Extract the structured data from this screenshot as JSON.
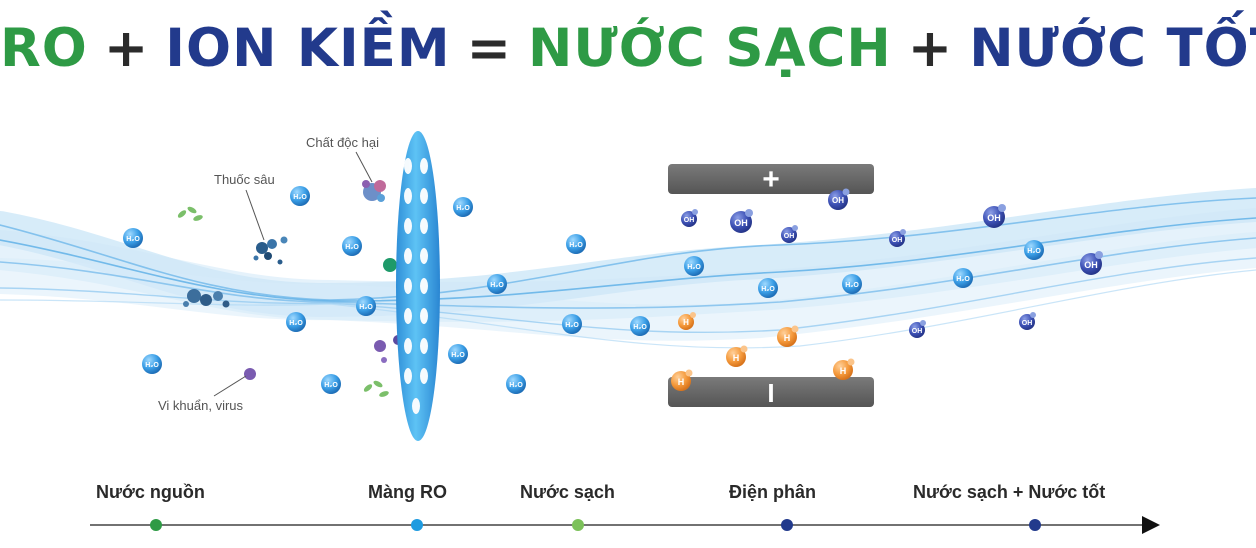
{
  "headline": {
    "part1": "RO",
    "plus1": "+",
    "part2": "ION KIỀM",
    "equals": "=",
    "part3": "NƯỚC SẠCH",
    "plus2": "+",
    "part4": "NƯỚC TỐT",
    "colors": {
      "green": "#2e9a45",
      "navy": "#223a8c",
      "dark": "#2b2b2b"
    }
  },
  "annotations": {
    "harmful": "Chất độc hại",
    "pesticide": "Thuốc sâu",
    "bacteria": "Vi khuẩn, virus"
  },
  "molecules": {
    "water": "H₂O",
    "hydroxide": "OH",
    "hydrogen": "H"
  },
  "electrodes": {
    "top_sign": "+",
    "bottom_sign": "I"
  },
  "timeline": {
    "stages": [
      {
        "label": "Nước nguồn",
        "color": "#2e9a45"
      },
      {
        "label": "Màng RO",
        "color": "#1e9be0"
      },
      {
        "label": "Nước sạch",
        "color": "#7cc15a"
      },
      {
        "label": "Điện phân",
        "color": "#223a8c"
      },
      {
        "label": "Nước sạch + Nước tốt",
        "color": "#223a8c"
      }
    ]
  }
}
